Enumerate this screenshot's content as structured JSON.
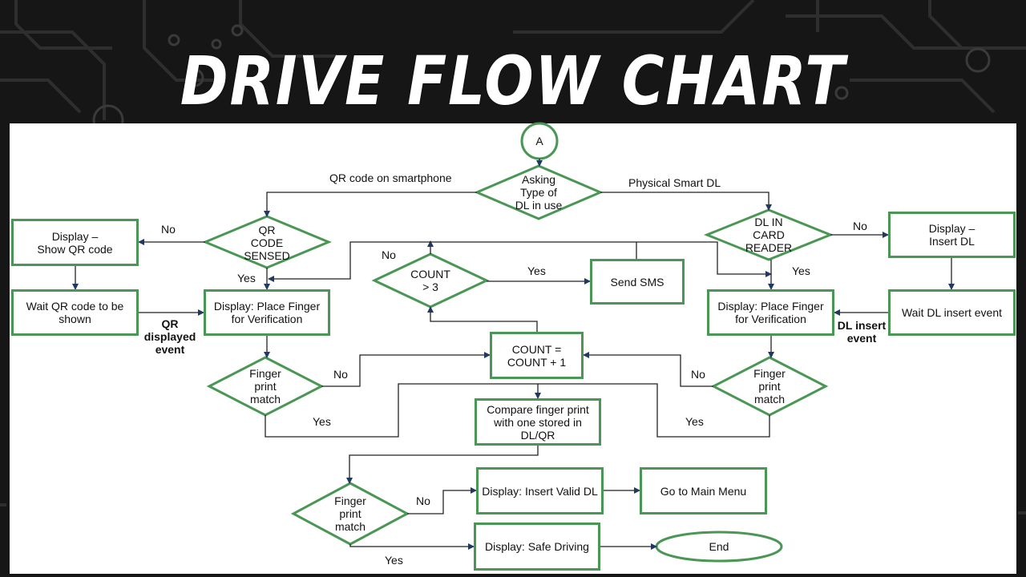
{
  "slide": {
    "title": "DRIVE FLOW CHART"
  },
  "colors": {
    "background": "#161616",
    "circuit": "#2e2e2e",
    "panel": "#ffffff",
    "node_border": "#4a9654",
    "arrow": "#1f3864"
  },
  "nodes": {
    "connector_a": "A",
    "ask_type": "Asking\nType of\nDL in use",
    "qr_sensed": "QR\nCODE\nSENSED",
    "show_qr": "Display –\nShow QR code",
    "wait_qr": "Wait QR code to be\nshown",
    "place_finger_left": "Display: Place Finger\nfor Verification",
    "finger_match_left": "Finger\nprint\nmatch",
    "count_gt3": "COUNT\n> 3",
    "send_sms": "Send SMS",
    "count_inc": "COUNT =\nCOUNT + 1",
    "compare": "Compare finger print\nwith one stored in\nDL/QR",
    "dl_in_reader": "DL IN\nCARD\nREADER",
    "insert_dl": "Display –\nInsert DL",
    "wait_dl": "Wait DL insert event",
    "place_finger_right": "Display: Place Finger\nfor Verification",
    "finger_match_right": "Finger\nprint\nmatch",
    "finger_match_bottom": "Finger\nprint\nmatch",
    "insert_valid_dl": "Display: Insert Valid DL",
    "main_menu": "Go to Main Menu",
    "safe_driving": "Display: Safe Driving",
    "end": "End"
  },
  "labels": {
    "qr_smartphone": "QR code on smartphone",
    "physical_dl": "Physical Smart DL",
    "no_qr": "No",
    "yes_qr": "Yes",
    "qr_displayed_event": "QR\ndisplayed\nevent",
    "no_count": "No",
    "yes_count": "Yes",
    "no_dl": "No",
    "yes_dl": "Yes",
    "dl_insert_event": "DL insert\nevent",
    "no_left_match": "No",
    "yes_left_match": "Yes",
    "no_right_match": "No",
    "yes_right_match": "Yes",
    "no_bottom_match": "No",
    "yes_bottom_match": "Yes"
  }
}
